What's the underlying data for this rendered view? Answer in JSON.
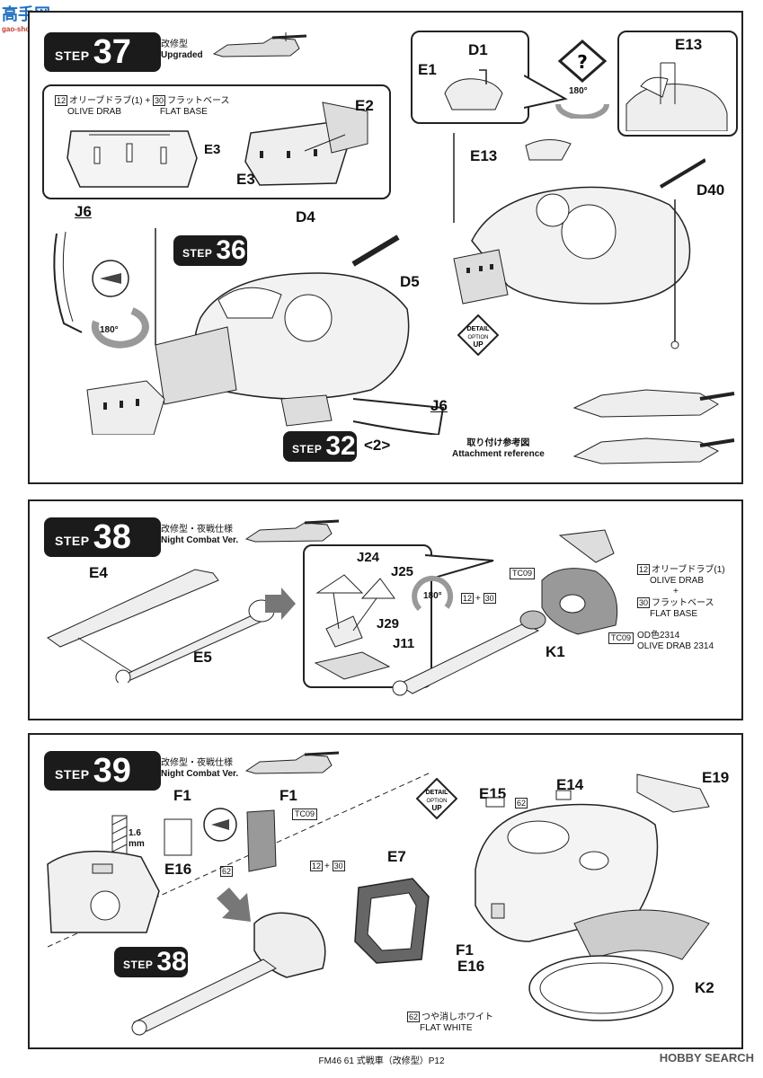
{
  "watermark": {
    "site": "高手网",
    "url": "gao-shou.net"
  },
  "step37": {
    "word": "STEP",
    "num": "37",
    "title_jp": "改修型",
    "title_en": "Upgraded",
    "paint1_num": "12",
    "paint1_jp": "オリーブドラブ(1)",
    "paint1_en": "OLIVE DRAB",
    "plus": "+",
    "paint2_num": "30",
    "paint2_jp": "フラットベース",
    "paint2_en": "FLAT BASE",
    "labels": {
      "e3a": "E3",
      "e2": "E2",
      "e3b": "E3",
      "d1": "D1",
      "e1": "E1",
      "e13a": "E13",
      "e13b": "E13",
      "j6a": "J6",
      "d4": "D4",
      "d5": "D5",
      "d40": "D40",
      "j6b": "J6"
    },
    "rot": "180°",
    "sub36": {
      "word": "STEP",
      "num": "36"
    },
    "sub32": {
      "word": "STEP",
      "num": "32",
      "suffix": "<2>"
    },
    "detail": {
      "l1": "DETAIL",
      "l2": "OPTION",
      "l3": "UP"
    },
    "attach_jp": "取り付け参考図",
    "attach_en": "Attachment reference"
  },
  "step38": {
    "word": "STEP",
    "num": "38",
    "title_jp": "改修型・夜戦仕様",
    "title_en": "Night Combat Ver.",
    "labels": {
      "e4": "E4",
      "e5": "E5",
      "j24": "J24",
      "j25": "J25",
      "j29": "J29",
      "j11": "J11",
      "k1": "K1"
    },
    "rot": "180°",
    "mix_a": "12",
    "mix_plus": "+",
    "mix_b": "30",
    "tc1": "TC09",
    "tc2": "TC09",
    "paint1_num": "12",
    "paint1_jp": "オリーブドラブ(1)",
    "paint1_en": "OLIVE DRAB",
    "plus": "+",
    "paint2_num": "30",
    "paint2_jp": "フラットベース",
    "paint2_en": "FLAT BASE",
    "od_jp": "OD色2314",
    "od_en": "OLIVE DRAB 2314"
  },
  "step39": {
    "word": "STEP",
    "num": "39",
    "title_jp": "改修型・夜戦仕様",
    "title_en": "Night Combat Ver.",
    "labels": {
      "f1a": "F1",
      "f1b": "F1",
      "e16a": "E16",
      "e7": "E7",
      "e15": "E15",
      "e14": "E14",
      "e19": "E19",
      "f1c": "F1",
      "e16b": "E16",
      "k2": "K2"
    },
    "drill_num": "1.6",
    "drill_unit": "mm",
    "tc": "TC09",
    "paint62": "62",
    "paint62b": "62",
    "mix_a": "12",
    "mix_plus": "+",
    "mix_b": "30",
    "detail": {
      "l1": "DETAIL",
      "l2": "OPTION",
      "l3": "UP"
    },
    "sub38": {
      "word": "STEP",
      "num": "38"
    },
    "paint_num": "62",
    "paint_jp": "つや消しホワイト",
    "paint_en": "FLAT WHITE"
  },
  "footer": "FM46 61 式戦車（改修型）P12",
  "brand": "HOBBY SEARCH",
  "colors": {
    "badge": "#1b1b1b",
    "line": "#222222",
    "shade": "#777777"
  }
}
